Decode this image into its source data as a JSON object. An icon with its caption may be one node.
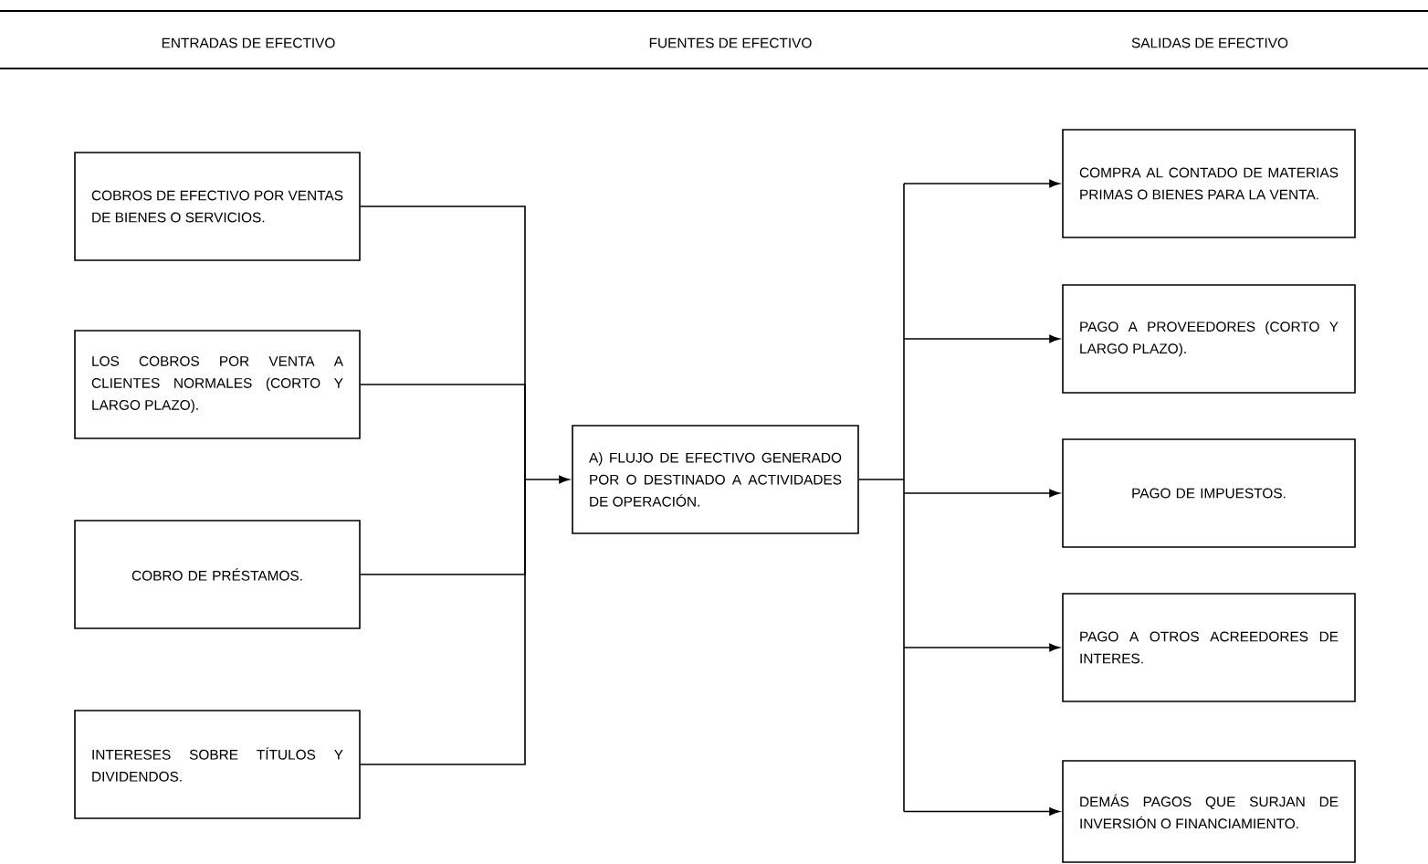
{
  "diagram": {
    "nodes": [
      {
        "text": [
          "COBROS DE EFECTIVO POR VENTAS DE BIENES O SERVICIOS."
        ]
      },
      {
        "text": [
          "LOS COBROS POR VENTA A CLIENTES NORMALES (CORTO Y LARGO PLAZO)."
        ]
      },
      {
        "text": [
          "COBRO DE PRÉSTAMOS."
        ]
      },
      {
        "text": [
          "INTERESES SOBRE TÍTULOS Y DIVIDENDOS."
        ]
      },
      {
        "text": [
          "A) FLUJO DE EFECTIVO GENERADO POR O DESTINADO A ACTIVIDADES DE OPERACIÓN."
        ]
      },
      {
        "text": [
          "COMPRA AL CONTADO DE MATERIAS PRIMAS O BIENES PARA LA VENTA."
        ]
      },
      {
        "text": [
          "PAGO A PROVEEDORES (CORTO Y LARGO PLAZO)."
        ]
      },
      {
        "text": [
          "PAGO DE IMPUESTOS."
        ]
      },
      {
        "text": [
          "PAGO A OTROS ACREEDORES DE INTERES."
        ]
      },
      {
        "text": [
          "DEMÁS PAGOS QUE SURJAN DE INVERSIÓN O FINANCIAMIENTO."
        ]
      }
    ],
    "edges": [
      {
        "from": 0,
        "to": 4,
        "arrow": "to"
      },
      {
        "from": 1,
        "to": 4,
        "arrow": "to"
      },
      {
        "from": 2,
        "to": 4,
        "arrow": "to"
      },
      {
        "from": 3,
        "to": 4,
        "arrow": "to"
      },
      {
        "from": 4,
        "to": 5,
        "arrow": "to"
      },
      {
        "from": 4,
        "to": 6,
        "arrow": "to"
      },
      {
        "from": 4,
        "to": 7,
        "arrow": "to"
      },
      {
        "from": 4,
        "to": 8,
        "arrow": "to"
      },
      {
        "from": 4,
        "to": 9,
        "arrow": "to"
      }
    ],
    "labels": [
      "ENTRADAS DE EFECTIVO",
      "FUENTES DE EFECTIVO",
      "SALIDAS DE EFECTIVO"
    ]
  }
}
